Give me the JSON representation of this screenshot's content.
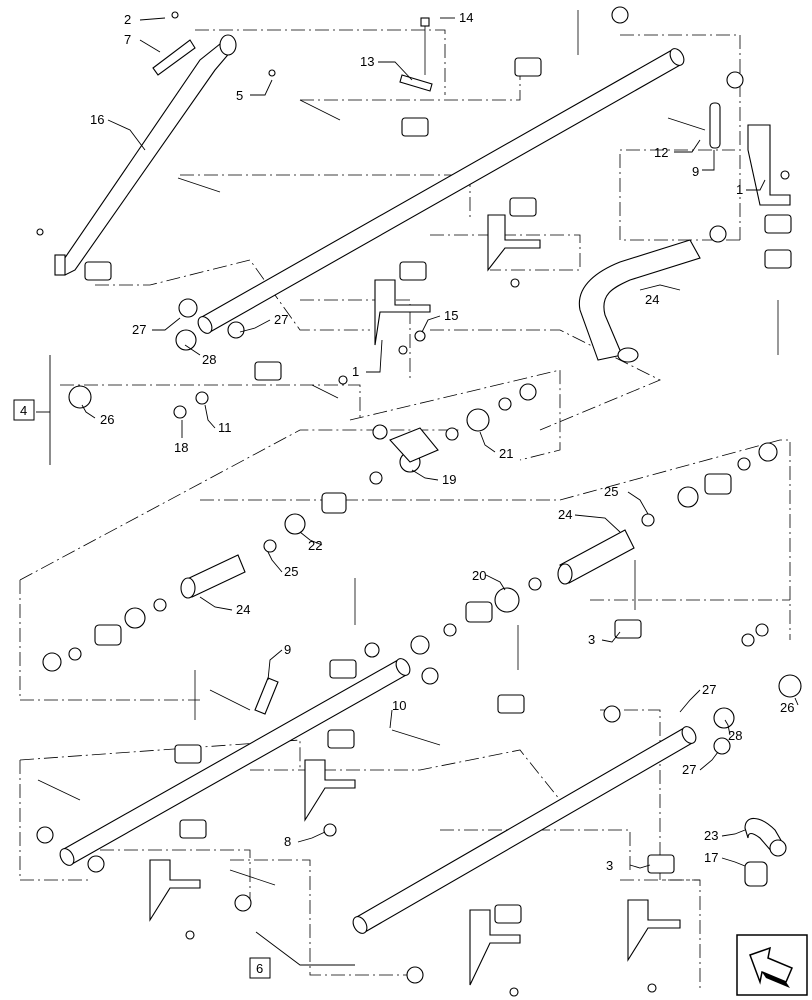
{
  "callouts": [
    {
      "id": "c2",
      "text": "2"
    },
    {
      "id": "c7",
      "text": "7"
    },
    {
      "id": "c5",
      "text": "5"
    },
    {
      "id": "c16",
      "text": "16"
    },
    {
      "id": "c14",
      "text": "14"
    },
    {
      "id": "c13",
      "text": "13"
    },
    {
      "id": "c12",
      "text": "12"
    },
    {
      "id": "c9a",
      "text": "9"
    },
    {
      "id": "c1a",
      "text": "1"
    },
    {
      "id": "c24a",
      "text": "24"
    },
    {
      "id": "c27a",
      "text": "27"
    },
    {
      "id": "c27b",
      "text": "27"
    },
    {
      "id": "c28a",
      "text": "28"
    },
    {
      "id": "c15",
      "text": "15"
    },
    {
      "id": "c1b",
      "text": "1"
    },
    {
      "id": "c26a",
      "text": "26"
    },
    {
      "id": "c18",
      "text": "18"
    },
    {
      "id": "c11",
      "text": "11"
    },
    {
      "id": "c21",
      "text": "21"
    },
    {
      "id": "c19",
      "text": "19"
    },
    {
      "id": "c25a",
      "text": "25"
    },
    {
      "id": "c24b",
      "text": "24"
    },
    {
      "id": "c22",
      "text": "22"
    },
    {
      "id": "c25b",
      "text": "25"
    },
    {
      "id": "c20",
      "text": "20"
    },
    {
      "id": "c24c",
      "text": "24"
    },
    {
      "id": "c3a",
      "text": "3"
    },
    {
      "id": "c9b",
      "text": "9"
    },
    {
      "id": "c27c",
      "text": "27"
    },
    {
      "id": "c28b",
      "text": "28"
    },
    {
      "id": "c26b",
      "text": "26"
    },
    {
      "id": "c10",
      "text": "10"
    },
    {
      "id": "c27d",
      "text": "27"
    },
    {
      "id": "c8",
      "text": "8"
    },
    {
      "id": "c23",
      "text": "23"
    },
    {
      "id": "c17",
      "text": "17"
    },
    {
      "id": "c3b",
      "text": "3"
    }
  ],
  "boxed_refs": [
    {
      "id": "b4",
      "text": "4"
    },
    {
      "id": "b6",
      "text": "6"
    }
  ],
  "icons": {
    "nav_arrow": "next-page-arrow-icon"
  }
}
